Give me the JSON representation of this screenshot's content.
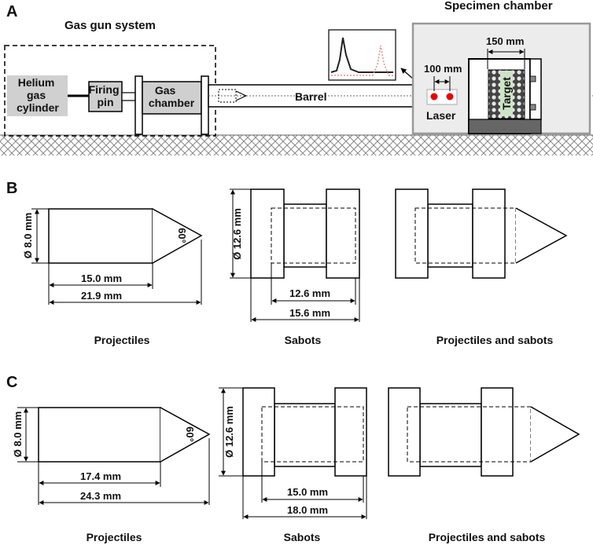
{
  "panel_a": {
    "letter": "A",
    "gas_gun_title": "Gas gun system",
    "specimen_title": "Specimen chamber",
    "helium": [
      "Helium",
      "gas",
      "cylinder"
    ],
    "firing_pin": [
      "Firing",
      "pin"
    ],
    "gas_chamber": [
      "Gas",
      "chamber"
    ],
    "barrel": "Barrel",
    "laser": "Laser",
    "dist_100": "100 mm",
    "dist_150": "150 mm",
    "target": "Target"
  },
  "panel_b": {
    "letter": "B",
    "proj_dia": "Ø 8.0 mm",
    "angle": "60°",
    "proj_len_body": "15.0 mm",
    "proj_len_total": "21.9 mm",
    "sabot_dia": "Ø 12.6 mm",
    "sabot_inner": "12.6 mm",
    "sabot_total": "15.6 mm",
    "cap_projectiles": "Projectiles",
    "cap_sabots": "Sabots",
    "cap_both": "Projectiles and sabots"
  },
  "panel_c": {
    "letter": "C",
    "proj_dia": "Ø 8.0 mm",
    "angle": "60°",
    "proj_len_body": "17.4 mm",
    "proj_len_total": "24.3 mm",
    "sabot_dia": "Ø 12.6 mm",
    "sabot_inner": "15.0 mm",
    "sabot_total": "18.0 mm",
    "cap_projectiles": "Projectiles",
    "cap_sabots": "Sabots",
    "cap_both": "Projectiles and sabots"
  }
}
